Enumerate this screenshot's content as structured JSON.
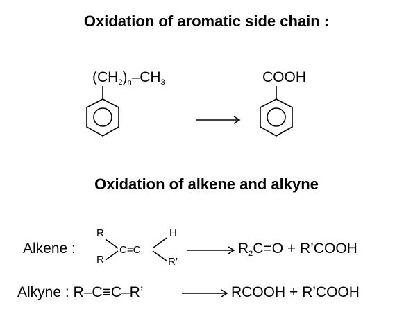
{
  "section1": {
    "title": "Oxidation of aromatic side chain :",
    "reactant": {
      "prefix": "(CH",
      "sub1": "2",
      "mid": ")",
      "sub2": "n",
      "suffix": "–CH",
      "sub3": "3"
    },
    "product": {
      "label": "COOH"
    }
  },
  "section2": {
    "title": "Oxidation of alkene and alkyne",
    "alkene": {
      "label": "Alkene :",
      "r_top": "R",
      "r_bottom": "R",
      "center": "C=C",
      "h_top": "H",
      "r_prime": "R’",
      "product_a": "R",
      "product_sub": "2",
      "product_b": "C=O + R’COOH"
    },
    "alkyne": {
      "label": "Alkyne :",
      "reactant_a": "R–C",
      "triple_bond": "≡",
      "reactant_b": "C–R’",
      "product": "RCOOH + R’COOH"
    }
  }
}
